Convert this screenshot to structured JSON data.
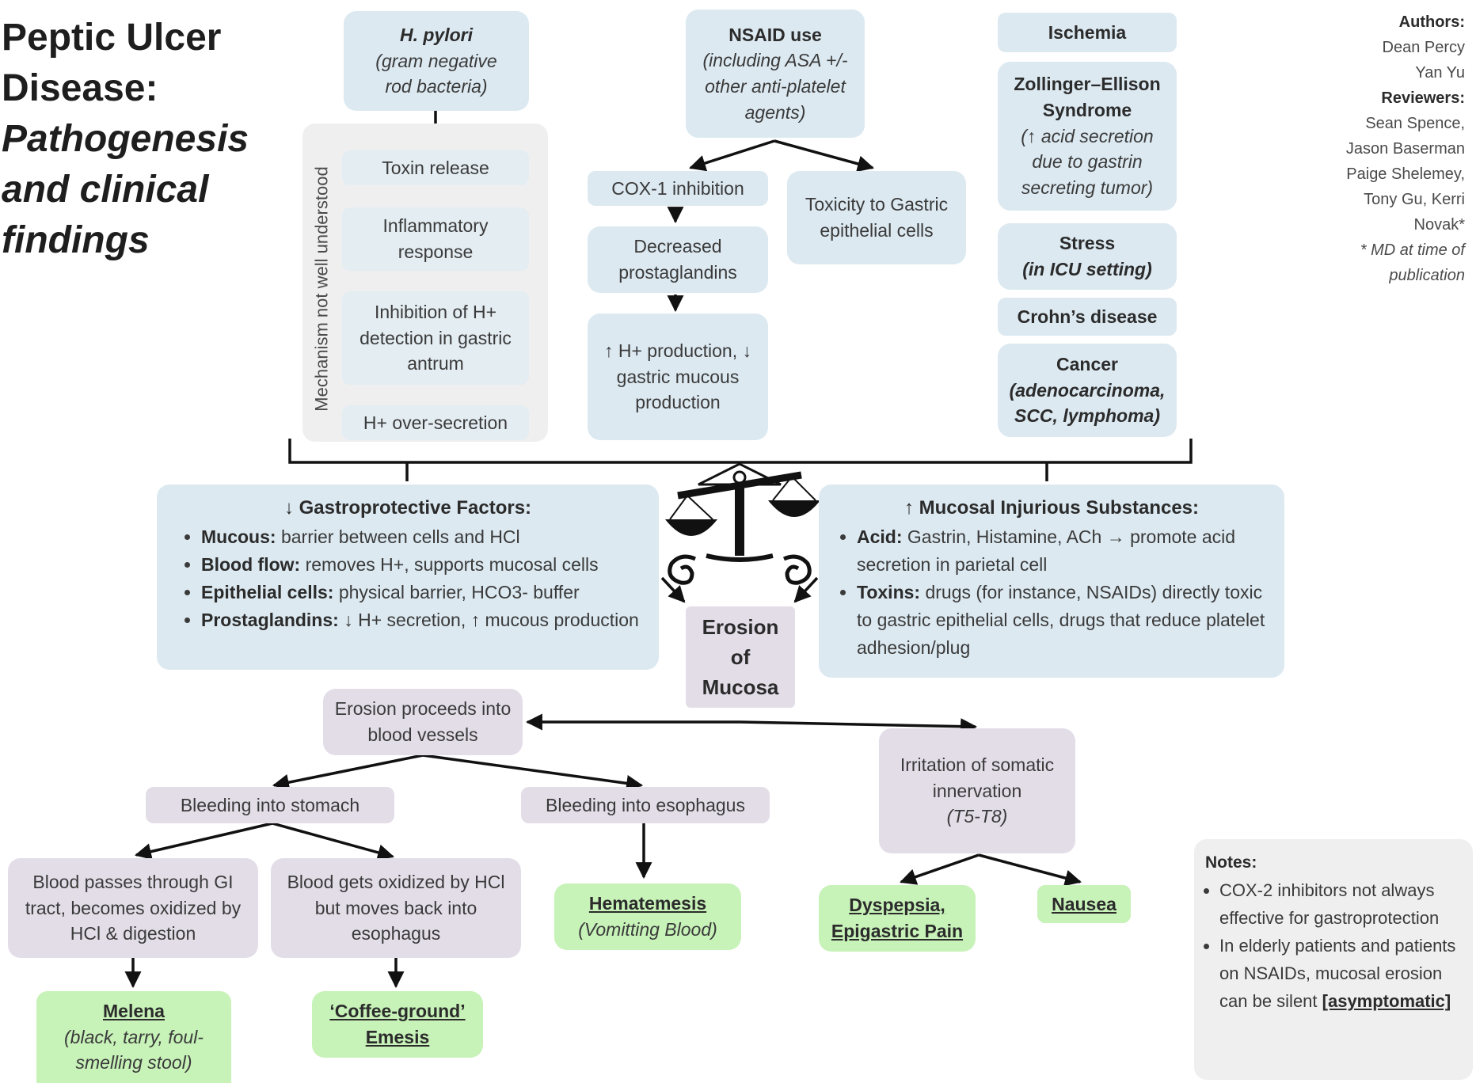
{
  "title": {
    "line1": "Peptic Ulcer",
    "line2": "Disease:",
    "line3": "Pathogenesis",
    "line4": "and clinical",
    "line5": "findings"
  },
  "credits": {
    "authors_heading": "Authors:",
    "authors": [
      "Dean Percy",
      "Yan Yu"
    ],
    "reviewers_heading": "Reviewers:",
    "reviewers": [
      "Sean Spence,",
      "Jason Baserman",
      "Paige Shelemey,",
      "Tony Gu, Kerri",
      "Novak*"
    ],
    "footnote": [
      "* MD at time of",
      "publication"
    ]
  },
  "hpylori": {
    "name": "H. pylori",
    "desc": [
      "(gram negative",
      "rod bacteria)"
    ],
    "mechanism_label": "Mechanism not well understood",
    "steps": [
      "Toxin release",
      "Inflammatory response",
      "Inhibition of H+ detection in gastric antrum",
      "H+ over-secretion"
    ]
  },
  "nsaid": {
    "name": "NSAID use",
    "desc": "(including ASA +/- other anti-platelet agents)",
    "left_steps": [
      "COX-1 inhibition",
      "Decreased prostaglandins",
      "↑ H+ production, ↓ gastric mucous production"
    ],
    "right": "Toxicity to Gastric epithelial cells"
  },
  "causes": {
    "ischemia": "Ischemia",
    "zes_name": "Zollinger–Ellison Syndrome",
    "zes_desc": "(↑ acid secretion due to gastrin secreting tumor)",
    "stress_name": "Stress",
    "stress_desc": "(in ICU setting)",
    "crohns": "Crohn’s disease",
    "cancer_name": "Cancer",
    "cancer_desc": "(adenocarcinoma, SCC, lymphoma)"
  },
  "gastroprotective": {
    "heading": "↓ Gastroprotective Factors:",
    "items": [
      {
        "term": "Mucous:",
        "text": " barrier between cells and HCl"
      },
      {
        "term": "Blood flow:",
        "text": " removes H+, supports mucosal cells"
      },
      {
        "term": "Epithelial cells:",
        "text": " physical barrier, HCO3- buffer"
      },
      {
        "term": "Prostaglandins:",
        "text": " ↓ H+ secretion, ↑ mucous production"
      }
    ]
  },
  "injurious": {
    "heading": "↑ Mucosal Injurious Substances:",
    "items": [
      {
        "term": "Acid:",
        "text": " Gastrin, Histamine, ACh → promote acid secretion in parietal cell"
      },
      {
        "term": "Toxins:",
        "text": " drugs (for instance, NSAIDs) directly toxic to gastric epithelial cells, drugs that reduce platelet adhesion/plug"
      }
    ]
  },
  "erosion": "Erosion of Mucosa",
  "outcomes": {
    "blood_vessels": "Erosion proceeds into blood vessels",
    "stomach": "Bleeding into stomach",
    "esophagus": "Bleeding into esophagus",
    "irritation_main": "Irritation of somatic innervation",
    "irritation_level": "(T5-T8)",
    "gi_tract": "Blood passes through GI tract, becomes oxidized by HCl & digestion",
    "oxidized": "Blood gets oxidized by HCl but moves back into esophagus",
    "melena_name": "Melena",
    "melena_desc": "(black, tarry, foul-smelling stool)",
    "coffee_name": "‘Coffee-ground’ Emesis",
    "hematemesis_name": "Hematemesis",
    "hematemesis_desc": "(Vomitting Blood)",
    "dyspepsia_name": "Dyspepsia, Epigastric Pain",
    "nausea_name": "Nausea"
  },
  "notes": {
    "heading": "Notes:",
    "item1": "COX-2 inhibitors not always effective for gastroprotection",
    "item2_prefix": "In elderly patients and patients on NSAIDs, mucosal erosion can be silent ",
    "item2_emphasis": "[asymptomatic]"
  }
}
